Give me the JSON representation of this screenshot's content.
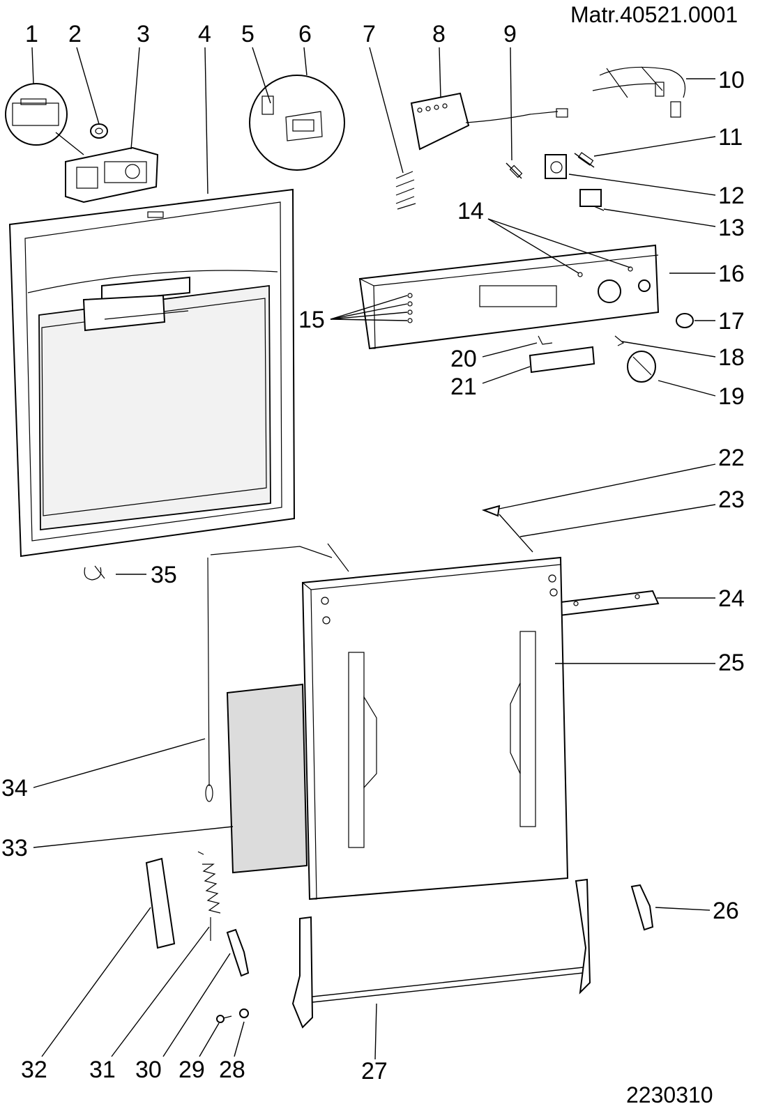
{
  "header": {
    "material_code": "Matr.40521.0001",
    "drawing_number": "2230310"
  },
  "callouts": {
    "c1": "1",
    "c2": "2",
    "c3": "3",
    "c4": "4",
    "c5": "5",
    "c6": "6",
    "c7": "7",
    "c8": "8",
    "c9": "9",
    "c10": "10",
    "c11": "11",
    "c12": "12",
    "c13": "13",
    "c14": "14",
    "c15": "15",
    "c16": "16",
    "c17": "17",
    "c18": "18",
    "c19": "19",
    "c20": "20",
    "c21": "21",
    "c22": "22",
    "c23": "23",
    "c24": "24",
    "c25": "25",
    "c26": "26",
    "c27": "27",
    "c28": "28",
    "c29": "29",
    "c30": "30",
    "c31": "31",
    "c32": "32",
    "c33": "33",
    "c34": "34",
    "c35": "35"
  }
}
